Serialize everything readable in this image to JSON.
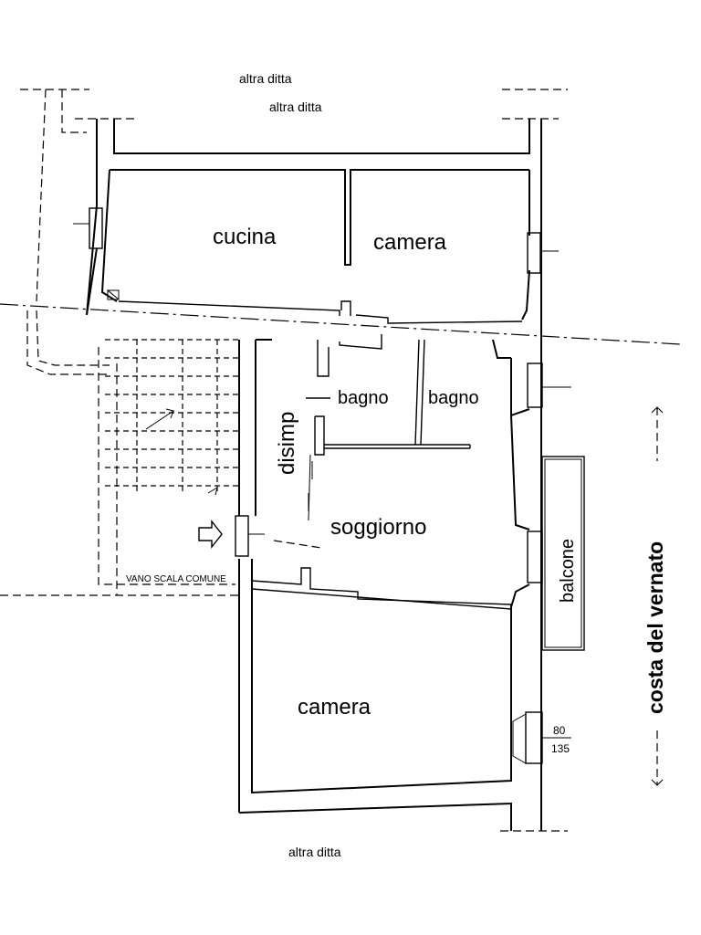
{
  "labels": {
    "top_neighbor_1": "altra ditta",
    "top_neighbor_2": "altra ditta",
    "bottom_neighbor": "altra ditta",
    "kitchen": "cucina",
    "bedroom_top": "camera",
    "bathroom_1": "bagno",
    "bathroom_2": "bagno",
    "hallway": "disimp",
    "living_room": "soggiorno",
    "balcony": "balcone",
    "stairwell": "VANO SCALA COMUNE",
    "bedroom_bottom": "camera",
    "street": "costa del vernato",
    "window_dim_width": "80",
    "window_dim_height": "135"
  }
}
